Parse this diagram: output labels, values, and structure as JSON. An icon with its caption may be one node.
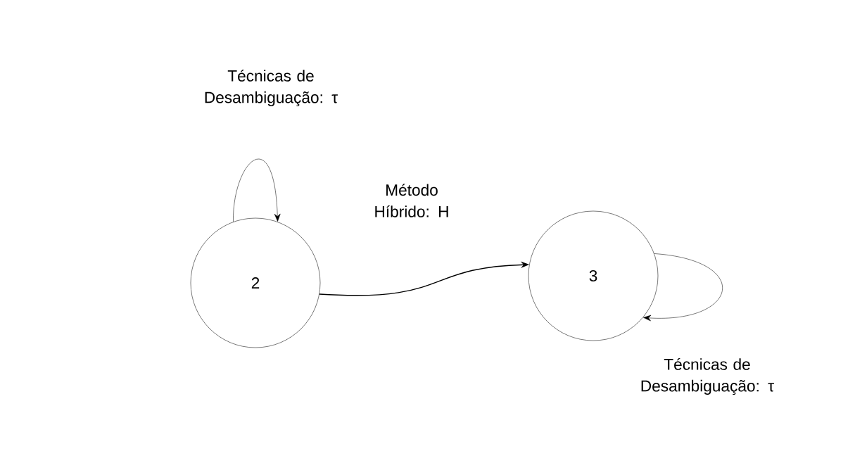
{
  "diagram": {
    "nodes": [
      {
        "text": [
          "2"
        ]
      },
      {
        "text": [
          "3"
        ]
      }
    ],
    "edges": [
      {
        "from": 0,
        "to": 0,
        "arrow": "to",
        "label": "Técnicas de Desambiguação: τ"
      },
      {
        "from": 0,
        "to": 1,
        "arrow": "to",
        "label": "Método Híbrido: H"
      },
      {
        "from": 1,
        "to": 1,
        "arrow": "to",
        "label": "Técnicas de Desambiguação: τ"
      }
    ]
  }
}
